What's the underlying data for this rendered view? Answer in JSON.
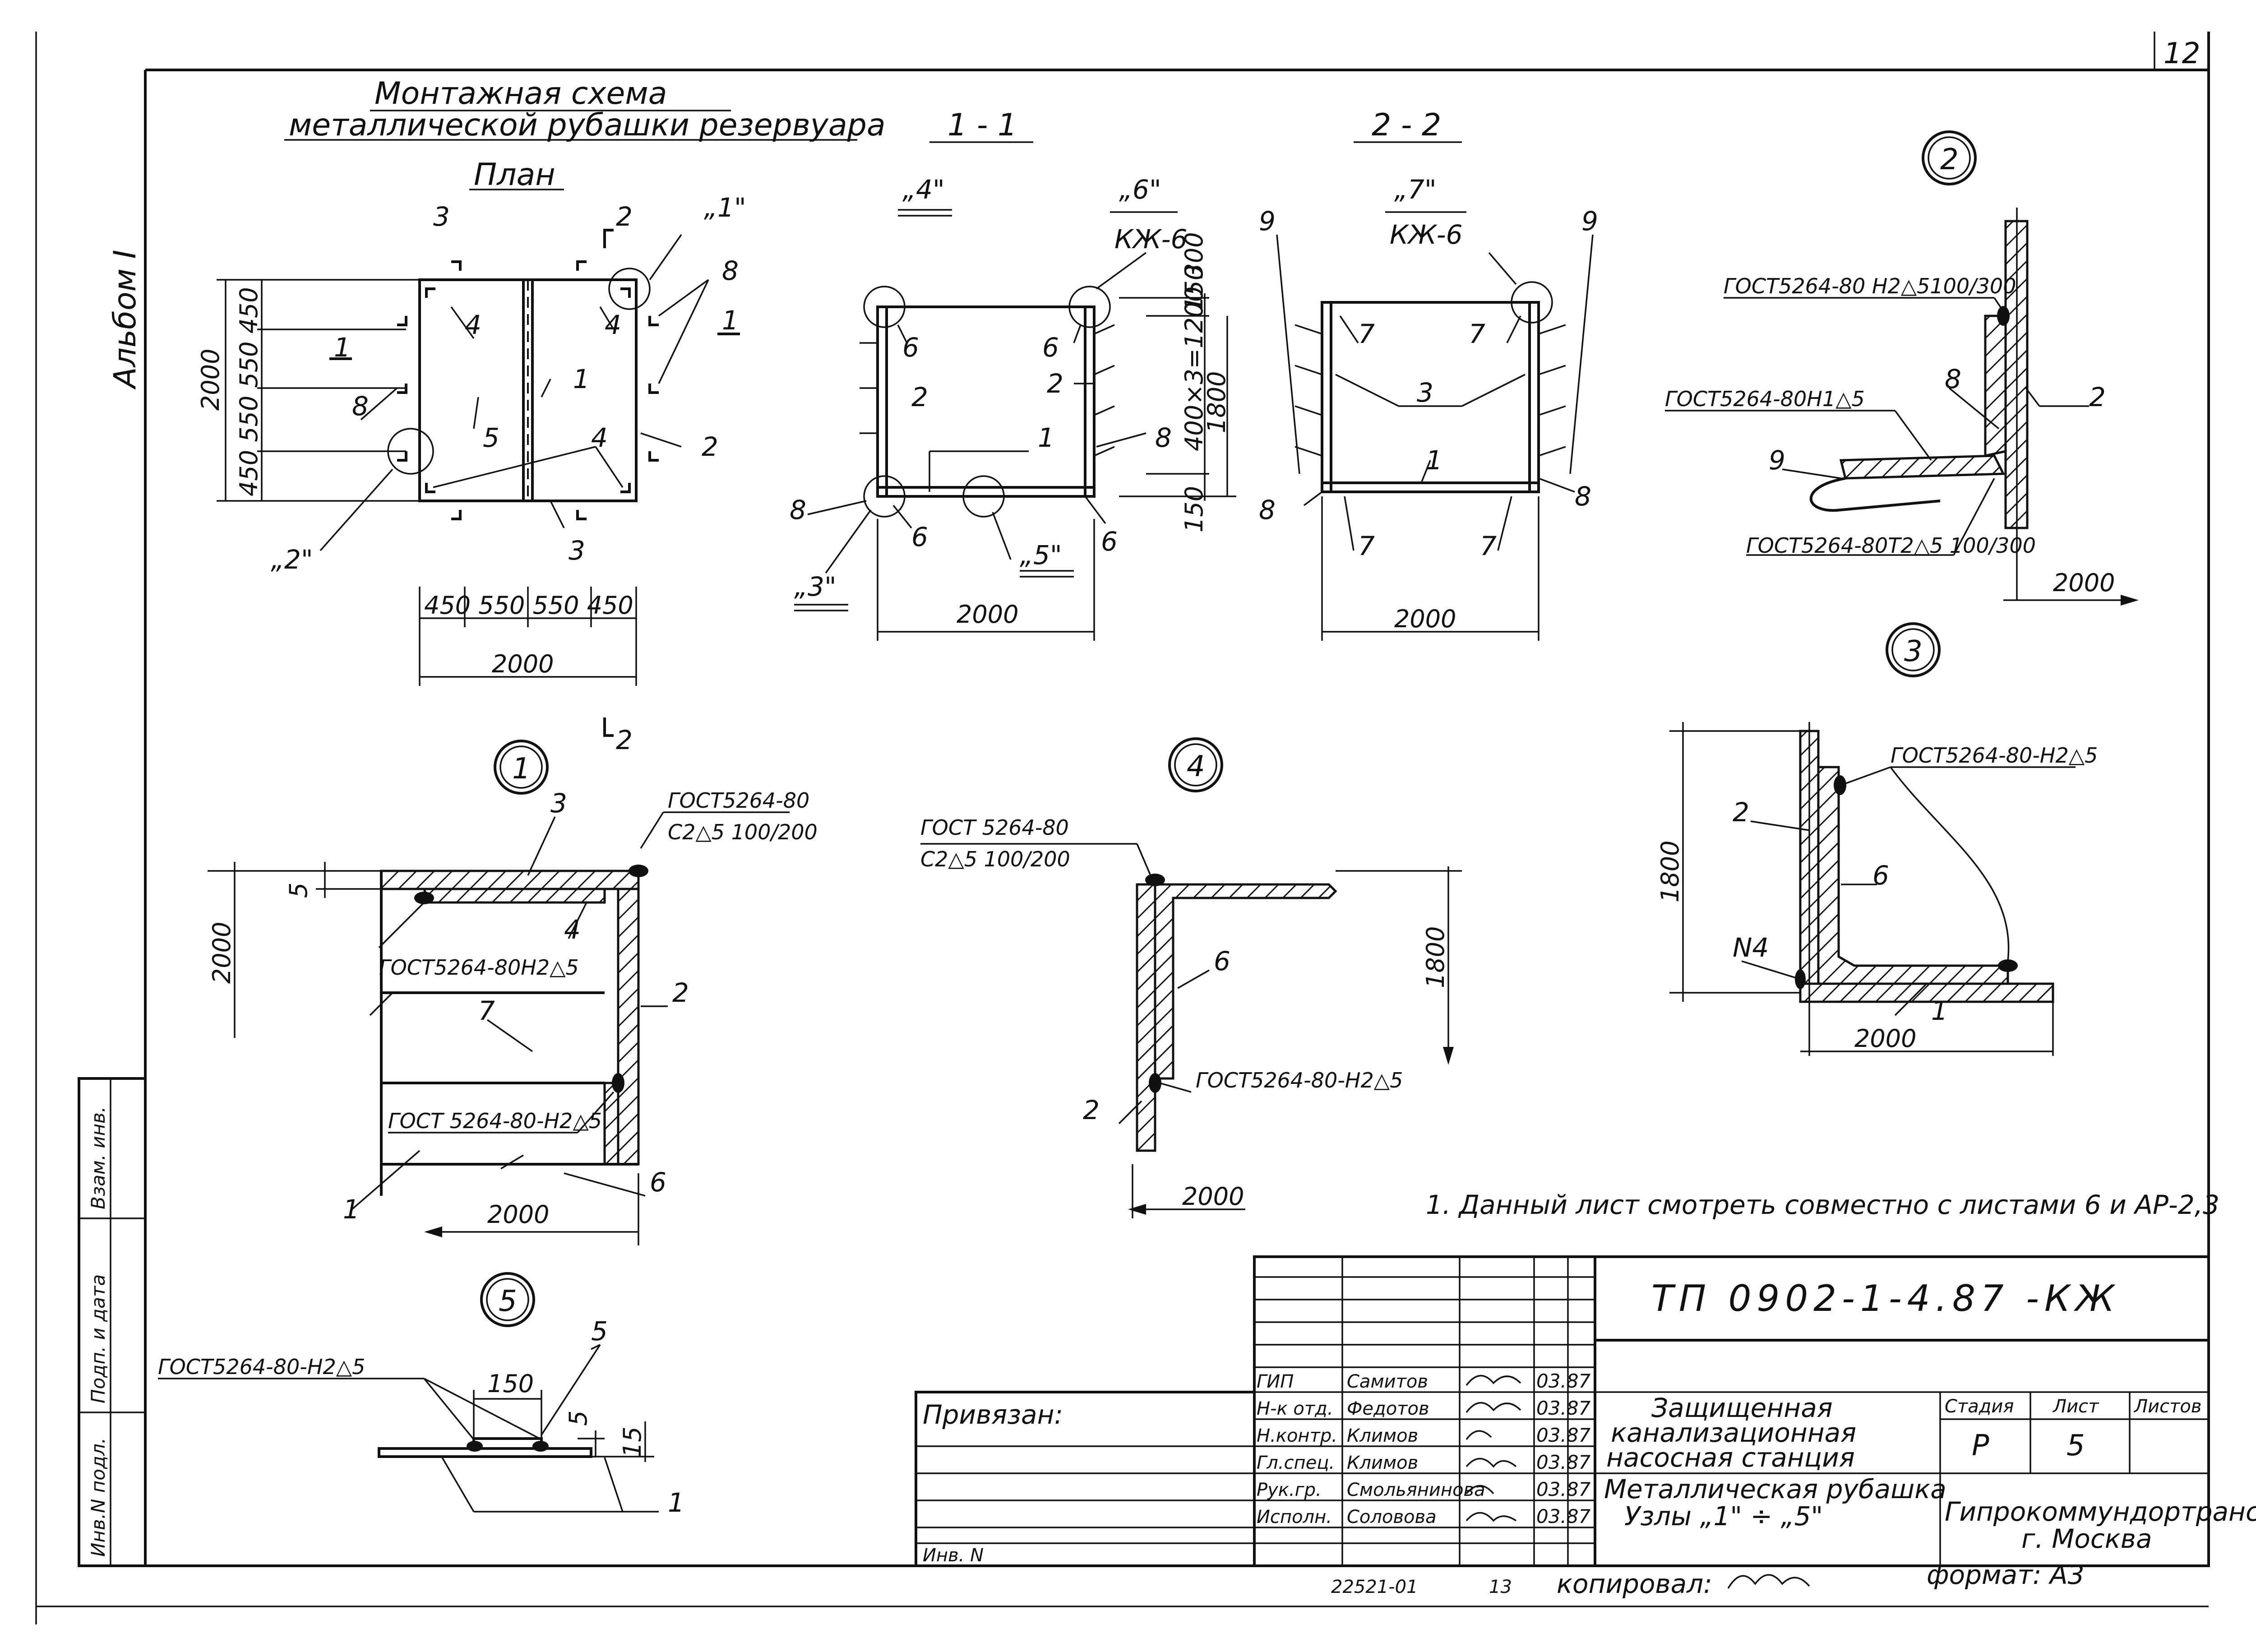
{
  "sheet_number": "12",
  "album": "Альбом I",
  "plan_title_1": "Монтажная схема",
  "plan_title_2": "металлической рубашки резервуара",
  "plan_label": "План",
  "section_11": "1 - 1",
  "section_22": "2 - 2",
  "node_refs": {
    "n1": "„1\"",
    "n2": "„2\"",
    "n3": "„3\"",
    "n4": "„4\"",
    "n5": "„5\"",
    "n6": "„6\"",
    "n7": "„7\""
  },
  "kzh6": "КЖ-6",
  "kzh6b": "КЖ-6",
  "marks": {
    "m1": "1",
    "m2": "2",
    "m3": "3",
    "m4": "4",
    "m5": "5",
    "m6": "6",
    "m7": "7",
    "m8": "8",
    "m9": "9"
  },
  "dims": {
    "d2000": "2000",
    "d1800": "1800",
    "d150": "150",
    "d450": "450",
    "d550": "550",
    "d5": "5",
    "d15": "15",
    "plan_side": "450 550 550 450",
    "sec_side": "400×3=1200 300"
  },
  "section_cut": {
    "c2": "2",
    "c1": "1",
    "c2b": "2",
    "c1b": "1"
  },
  "nodes": {
    "n1": "1",
    "n2": "2",
    "n3": "3",
    "n4": "4",
    "n5": "5"
  },
  "gost": {
    "n1_top_1": "ГОСТ5264-80",
    "n1_top_2": "С2△5 100/200",
    "n1_mid": "ГОСТ5264-80Н2△5",
    "n1_low": "ГОСТ 5264-80-Н2△5",
    "n4_top_1": "ГОСТ 5264-80",
    "n4_top_2": "С2△5 100/200",
    "n4_low": "ГОСТ5264-80-Н2△5",
    "n2_top": "ГОСТ5264-80 Н2△5100/300",
    "n2_mid": "ГОСТ5264-80Н1△5",
    "n2_low": "ГОСТ5264-80Т2△5 100/300",
    "n3_top": "ГОСТ5264-80-Н2△5",
    "n5_top": "ГОСТ5264-80-Н2△5",
    "n3_n4": "N4"
  },
  "note": "1. Данный лист смотреть совместно с листами 6 и АР-2,3",
  "title_block": {
    "code": "ТП   0902-1-4.87    -КЖ",
    "privyazan": "Привязан:",
    "inv_n": "Инв. N",
    "roles": [
      "ГИП",
      "Н-к отд.",
      "Н.контр.",
      "Гл.спец.",
      "Рук.гр.",
      "Исполн."
    ],
    "names": [
      "Самитов",
      "Федотов",
      "Климов",
      "Климов",
      "Смольянинова",
      "Соловова"
    ],
    "dates": [
      "03.87",
      "03.87",
      "03.87",
      "03.87",
      "03.87",
      "03.87"
    ],
    "project_1": "Защищенная",
    "project_2": "канализационная",
    "project_3": "насосная станция",
    "sheet_title_1": "Металлическая рубашка",
    "sheet_title_2": "Узлы „1\" ÷ „5\"",
    "stage_h": "Стадия",
    "list_h": "Лист",
    "lists_h": "Листов",
    "stage": "Р",
    "list": "5",
    "org_1": "Гипрокоммундортранс",
    "org_2": "г. Москва"
  },
  "bottom": {
    "num": "22521-01",
    "page": "13",
    "copied": "копировал:",
    "format": "формат: А3"
  },
  "sidebar": {
    "r1": "Взам. инв.",
    "r2": "Подп. и дата",
    "r3": "Инв.N подл."
  }
}
